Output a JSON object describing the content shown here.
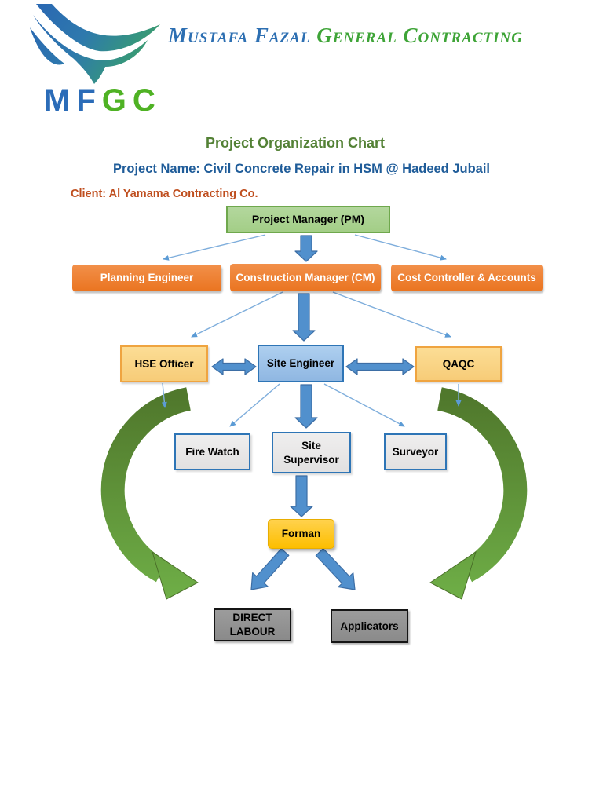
{
  "logo": {
    "acronym_blue": "MF",
    "acronym_green": "GC",
    "company_blue": "Mustafa Fazal ",
    "company_green": "General Contracting"
  },
  "titles": {
    "main": "Project Organization Chart",
    "project": "Project Name: Civil Concrete Repair in HSM @ Hadeed Jubail",
    "client": "Client: Al Yamama Contracting Co."
  },
  "colors": {
    "title_green": "#538135",
    "title_blue": "#1F5C99",
    "client_brown": "#BF4E1E",
    "pm_box_fill": "#A9D18E",
    "pm_box_border": "#6FA84D",
    "orange_box": "#ED7D31",
    "yellow_box_fill": "#FAD689",
    "yellow_box_border": "#EFA440",
    "blue_box_fill": "#9DC3E6",
    "blue_box_border": "#2E75B6",
    "light_box_fill": "#E9E8E8",
    "gold_box": "#FFC000",
    "gray_box": "#8F8F8F",
    "block_arrow_blue": "#5190CD",
    "thin_arrow_blue": "#7FAEDC",
    "arc_green_dark": "#50782C",
    "arc_green_light": "#6FAF47",
    "logo_blue": "#2B6CB8",
    "logo_green": "#4FB224"
  },
  "chart": {
    "nodes": {
      "pm": {
        "label": "Project Manager (PM)"
      },
      "planning": {
        "label": "Planning Engineer"
      },
      "cm": {
        "label": "Construction Manager (CM)"
      },
      "cost": {
        "label": "Cost Controller & Accounts"
      },
      "hse": {
        "label": "HSE Officer"
      },
      "se": {
        "label": "Site Engineer"
      },
      "qaqc": {
        "label": "QAQC"
      },
      "firewatch": {
        "label": "Fire Watch"
      },
      "supervisor": {
        "label": "Site Supervisor"
      },
      "surveyor": {
        "label": "Surveyor"
      },
      "forman": {
        "label": "Forman"
      },
      "direct_labour": {
        "label": "DIRECT LABOUR"
      },
      "applicators": {
        "label": "Applicators"
      }
    },
    "edges": [
      {
        "from": "pm",
        "to": "planning",
        "style": "thin-arrow"
      },
      {
        "from": "pm",
        "to": "cm",
        "style": "block-arrow"
      },
      {
        "from": "pm",
        "to": "cost",
        "style": "thin-arrow"
      },
      {
        "from": "cm",
        "to": "hse",
        "style": "thin-arrow"
      },
      {
        "from": "cm",
        "to": "se",
        "style": "block-arrow"
      },
      {
        "from": "cm",
        "to": "qaqc",
        "style": "thin-arrow"
      },
      {
        "from": "hse",
        "to": "se",
        "style": "double-arrow"
      },
      {
        "from": "se",
        "to": "qaqc",
        "style": "double-arrow"
      },
      {
        "from": "hse",
        "to": "left-green-arc",
        "style": "thin-arrow"
      },
      {
        "from": "qaqc",
        "to": "right-green-arc",
        "style": "thin-arrow"
      },
      {
        "from": "se",
        "to": "firewatch",
        "style": "thin-arrow"
      },
      {
        "from": "se",
        "to": "supervisor",
        "style": "block-arrow"
      },
      {
        "from": "se",
        "to": "surveyor",
        "style": "thin-arrow"
      },
      {
        "from": "supervisor",
        "to": "forman",
        "style": "block-arrow"
      },
      {
        "from": "forman",
        "to": "direct_labour",
        "style": "block-arrow"
      },
      {
        "from": "forman",
        "to": "applicators",
        "style": "block-arrow"
      },
      {
        "from": "left-green-arc",
        "to": "direct_labour",
        "style": "green-curved-arrow"
      },
      {
        "from": "right-green-arc",
        "to": "applicators",
        "style": "green-curved-arrow"
      }
    ]
  }
}
